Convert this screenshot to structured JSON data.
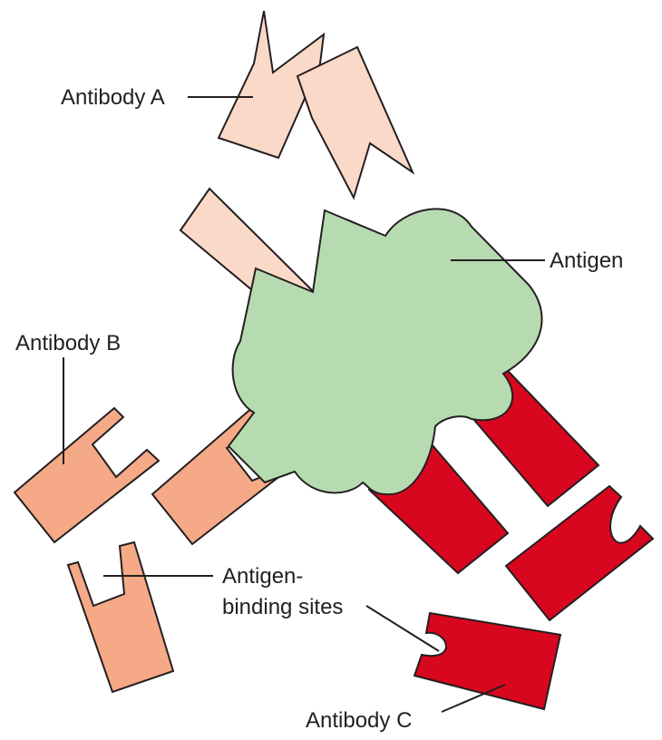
{
  "labels": {
    "antibody_a": "Antibody A",
    "antigen": "Antigen",
    "antibody_b": "Antibody B",
    "binding_sites_line1": "Antigen-",
    "binding_sites_line2": "binding sites",
    "antibody_c": "Antibody C"
  },
  "colors": {
    "antibody_a": "#fbd9c8",
    "antibody_b": "#f5a987",
    "antibody_c": "#d9061f",
    "antigen": "#b6dbb0",
    "outline": "#231f20"
  }
}
